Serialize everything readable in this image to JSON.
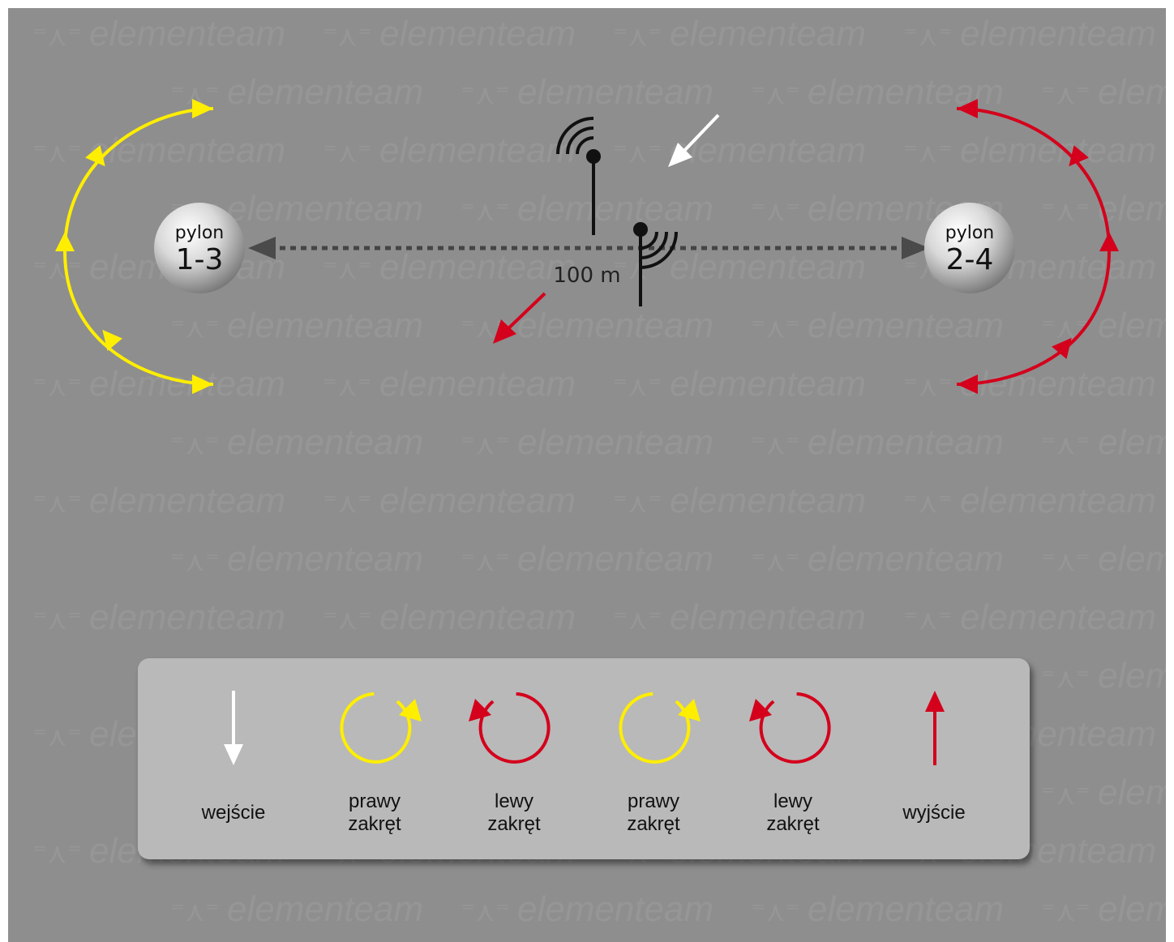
{
  "watermark": "elementeam",
  "pylons": {
    "left": {
      "word": "pylon",
      "number": "1-3"
    },
    "right": {
      "word": "pylon",
      "number": "2-4"
    }
  },
  "distance_label": "100 m",
  "colors": {
    "background": "#8e8e8e",
    "panel": "#b9b9b9",
    "yellow": "#ffee00",
    "red": "#d4001c",
    "white": "#ffffff",
    "dashed": "#444444"
  },
  "icons": [
    "antenna-icon",
    "radio-waves-icon",
    "pylon-sphere-icon"
  ],
  "legend": [
    {
      "id": "entry",
      "icon": "arrow-down-white-icon",
      "lines": [
        "wejście"
      ]
    },
    {
      "id": "right-turn-1",
      "icon": "clockwise-yellow-icon",
      "lines": [
        "prawy",
        "zakręt"
      ]
    },
    {
      "id": "left-turn-1",
      "icon": "counterclockwise-red-icon",
      "lines": [
        "lewy",
        "zakręt"
      ]
    },
    {
      "id": "right-turn-2",
      "icon": "clockwise-yellow-icon",
      "lines": [
        "prawy",
        "zakręt"
      ]
    },
    {
      "id": "left-turn-2",
      "icon": "counterclockwise-red-icon",
      "lines": [
        "lewy",
        "zakręt"
      ]
    },
    {
      "id": "exit",
      "icon": "arrow-up-red-icon",
      "lines": [
        "wyjście"
      ]
    }
  ]
}
